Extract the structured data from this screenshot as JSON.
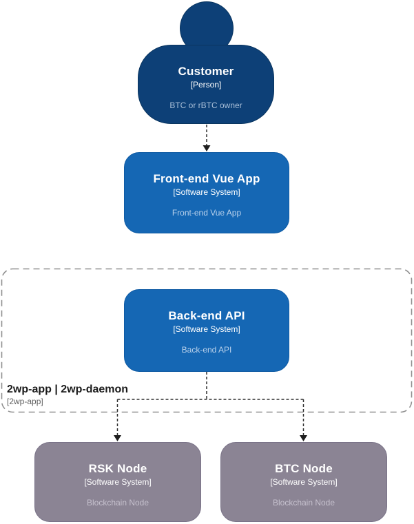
{
  "nodes": {
    "customer": {
      "title": "Customer",
      "type": "[Person]",
      "description": "BTC or rBTC owner"
    },
    "frontend": {
      "title": "Front-end Vue App",
      "type": "[Software System]",
      "description": "Front-end Vue App"
    },
    "backend": {
      "title": "Back-end API",
      "type": "[Software System]",
      "description": "Back-end API"
    },
    "rsk": {
      "title": "RSK Node",
      "type": "[Software System]",
      "description": "Blockchain Node"
    },
    "btc": {
      "title": "BTC Node",
      "type": "[Software System]",
      "description": "Blockchain Node"
    }
  },
  "boundary": {
    "title": "2wp-app | 2wp-daemon",
    "subtitle": "[2wp-app]"
  },
  "edges": [
    {
      "from": "Customer",
      "to": "Front-end Vue App",
      "style": "dashed-arrow"
    },
    {
      "from": "Back-end API",
      "to": "RSK Node",
      "style": "dashed-arrow"
    },
    {
      "from": "Back-end API",
      "to": "BTC Node",
      "style": "dashed-arrow"
    }
  ],
  "palette": {
    "person_fill": "#0D4077",
    "software_system_fill": "#1567B4",
    "external_system_fill": "#8B8494",
    "boundary_border": "#8F8F8F",
    "relationship_line": "#2F2F2F",
    "background": "#FFFFFF"
  }
}
